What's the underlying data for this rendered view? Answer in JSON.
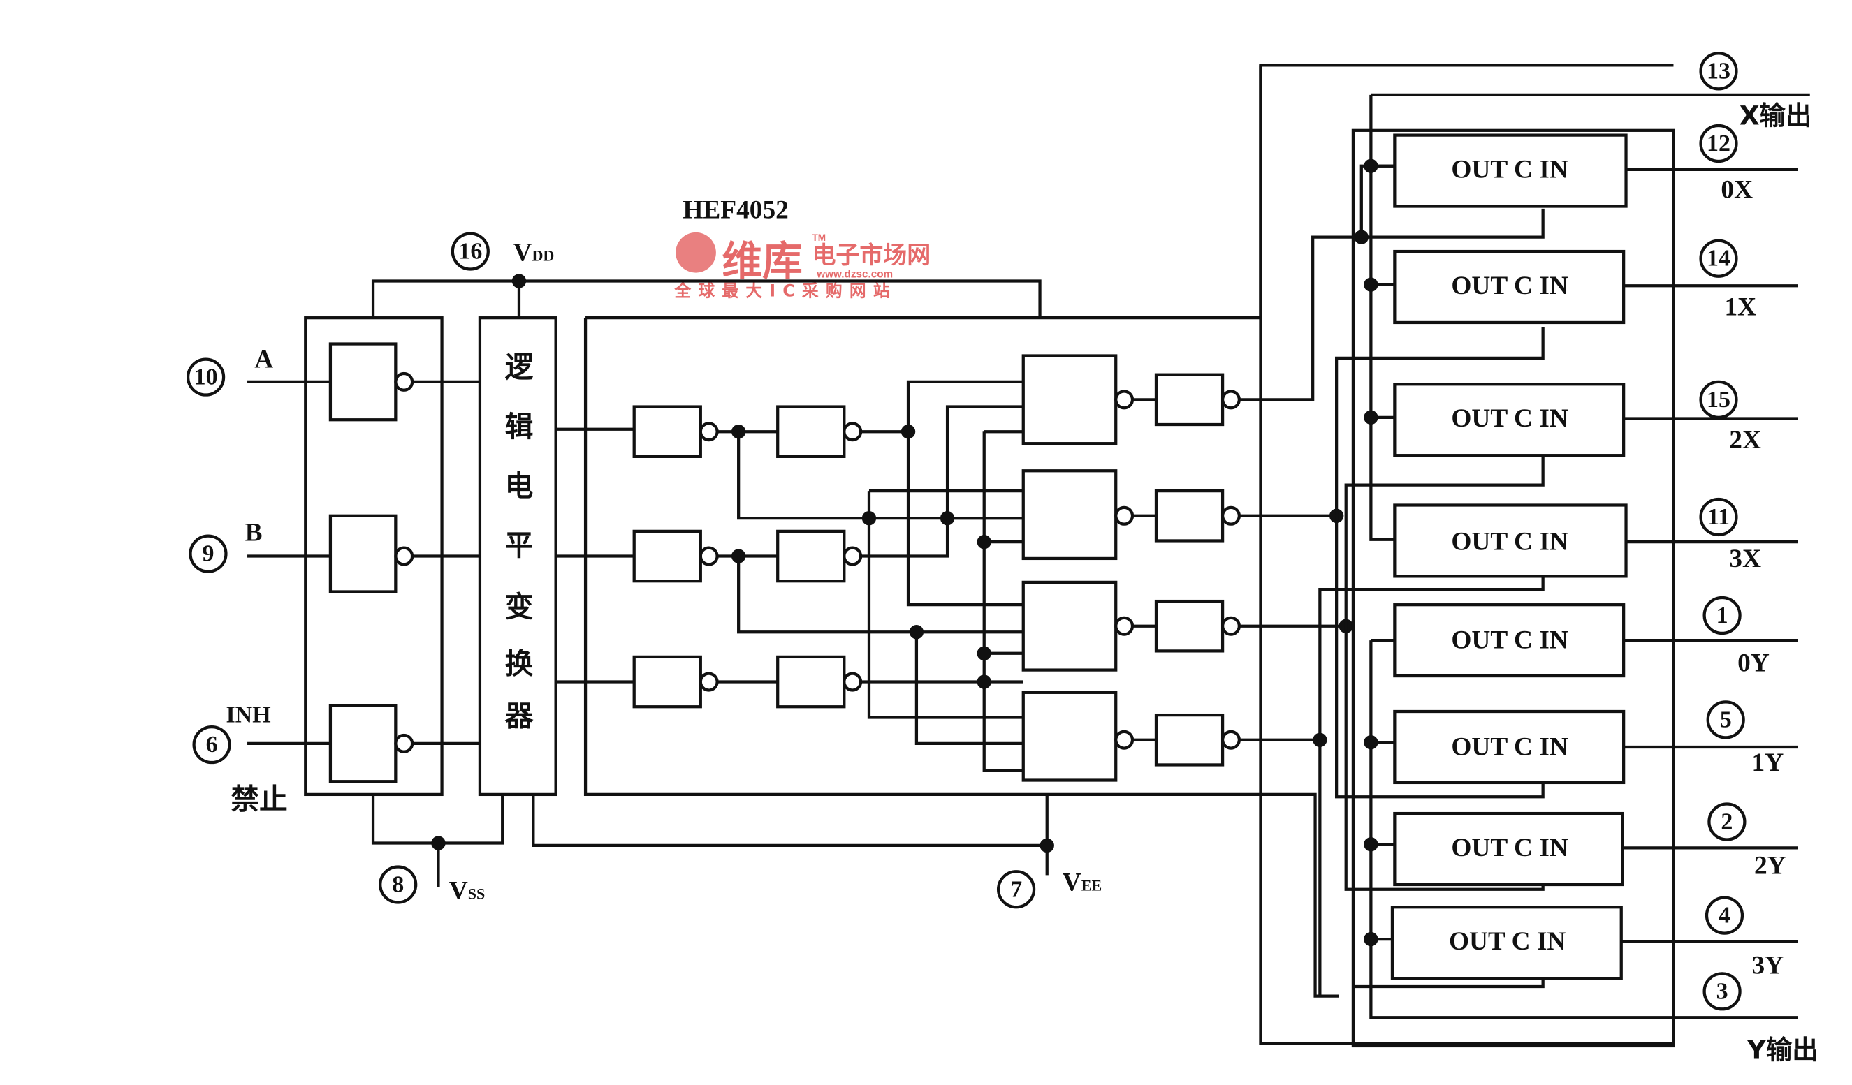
{
  "chip_name": "HEF4052",
  "supply": {
    "vdd": {
      "pin": "16",
      "label": "V",
      "sub": "DD"
    },
    "vss": {
      "pin": "8",
      "label": "V",
      "sub": "SS"
    },
    "vee": {
      "pin": "7",
      "label": "V",
      "sub": "EE"
    }
  },
  "inputs": [
    {
      "pin": "10",
      "name": "A"
    },
    {
      "pin": "9",
      "name": "B"
    },
    {
      "pin": "6",
      "name": "INH"
    }
  ],
  "inhibit_label": "禁止",
  "level_shifter_chars": [
    "逻",
    "辑",
    "电",
    "平",
    "变",
    "换",
    "器"
  ],
  "switch_label": "OUT C IN",
  "x_common": {
    "pin": "13",
    "label": "X输出"
  },
  "y_common": {
    "pin": "3",
    "label": "Y输出"
  },
  "channels": [
    {
      "pin": "12",
      "name": "0X"
    },
    {
      "pin": "14",
      "name": "1X"
    },
    {
      "pin": "15",
      "name": "2X"
    },
    {
      "pin": "11",
      "name": "3X"
    },
    {
      "pin": "1",
      "name": "0Y"
    },
    {
      "pin": "5",
      "name": "1Y"
    },
    {
      "pin": "2",
      "name": "2Y"
    },
    {
      "pin": "4",
      "name": "3Y"
    }
  ],
  "watermark": {
    "brand": "维库",
    "tagline": "电子市场网",
    "url": "www.dzsc.com",
    "slogan": "全球最大IC采购网站",
    "tm": "TM"
  }
}
